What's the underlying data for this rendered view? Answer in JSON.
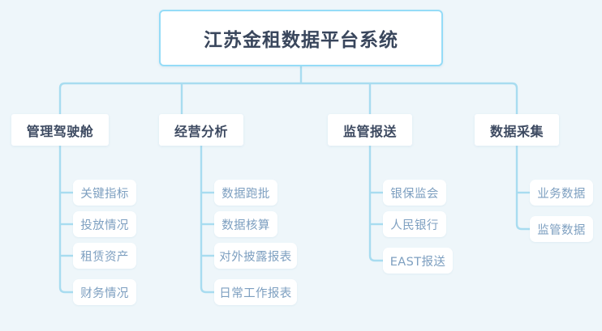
{
  "theme": {
    "background": "#eef6fa",
    "connector": "#a8dcf0",
    "root_border": "#95dcf7",
    "root_text": "#39465c",
    "level2_text": "#3d4a61",
    "leaf_text": "#7d9fc0",
    "node_fill": "#ffffff"
  },
  "diagram": {
    "type": "tree",
    "title": "江苏金租数据平台系统",
    "root": {
      "label": "江苏金租数据平台系统"
    },
    "branches": [
      {
        "label": "管理驾驶舱",
        "children": [
          {
            "label": "关键指标"
          },
          {
            "label": "投放情况"
          },
          {
            "label": "租赁资产"
          },
          {
            "label": "财务情况"
          }
        ]
      },
      {
        "label": "经营分析",
        "children": [
          {
            "label": "数据跑批"
          },
          {
            "label": "数据核算"
          },
          {
            "label": "对外披露报表"
          },
          {
            "label": "日常工作报表"
          }
        ]
      },
      {
        "label": "监管报送",
        "children": [
          {
            "label": "银保监会"
          },
          {
            "label": "人民银行"
          },
          {
            "label": "EAST报送"
          }
        ]
      },
      {
        "label": "数据采集",
        "children": [
          {
            "label": "业务数据"
          },
          {
            "label": "监管数据"
          }
        ]
      }
    ]
  }
}
